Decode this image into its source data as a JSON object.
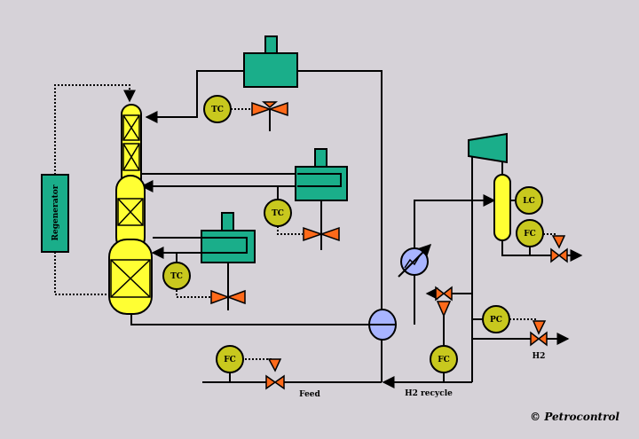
{
  "colors": {
    "background": "#d6d2d8",
    "reactor": "#ffff33",
    "heater": "#1aae8a",
    "instrument": "#c8c81e",
    "valve": "#ff6a1a",
    "exchanger": "#a8b4ff",
    "line": "#000000"
  },
  "regenerator": {
    "label": "Regenerator"
  },
  "instruments": {
    "tc_top": "TC",
    "tc_mid": "TC",
    "tc_bottom": "TC",
    "lc_separator": "LC",
    "fc_separator": "FC",
    "pc_h2": "PC",
    "fc_feed": "FC",
    "fc_recycle": "FC"
  },
  "streams": {
    "feed": "Feed",
    "h2_recycle": "H2 recycle",
    "h2": "H2"
  },
  "copyright": "© Petrocontrol"
}
